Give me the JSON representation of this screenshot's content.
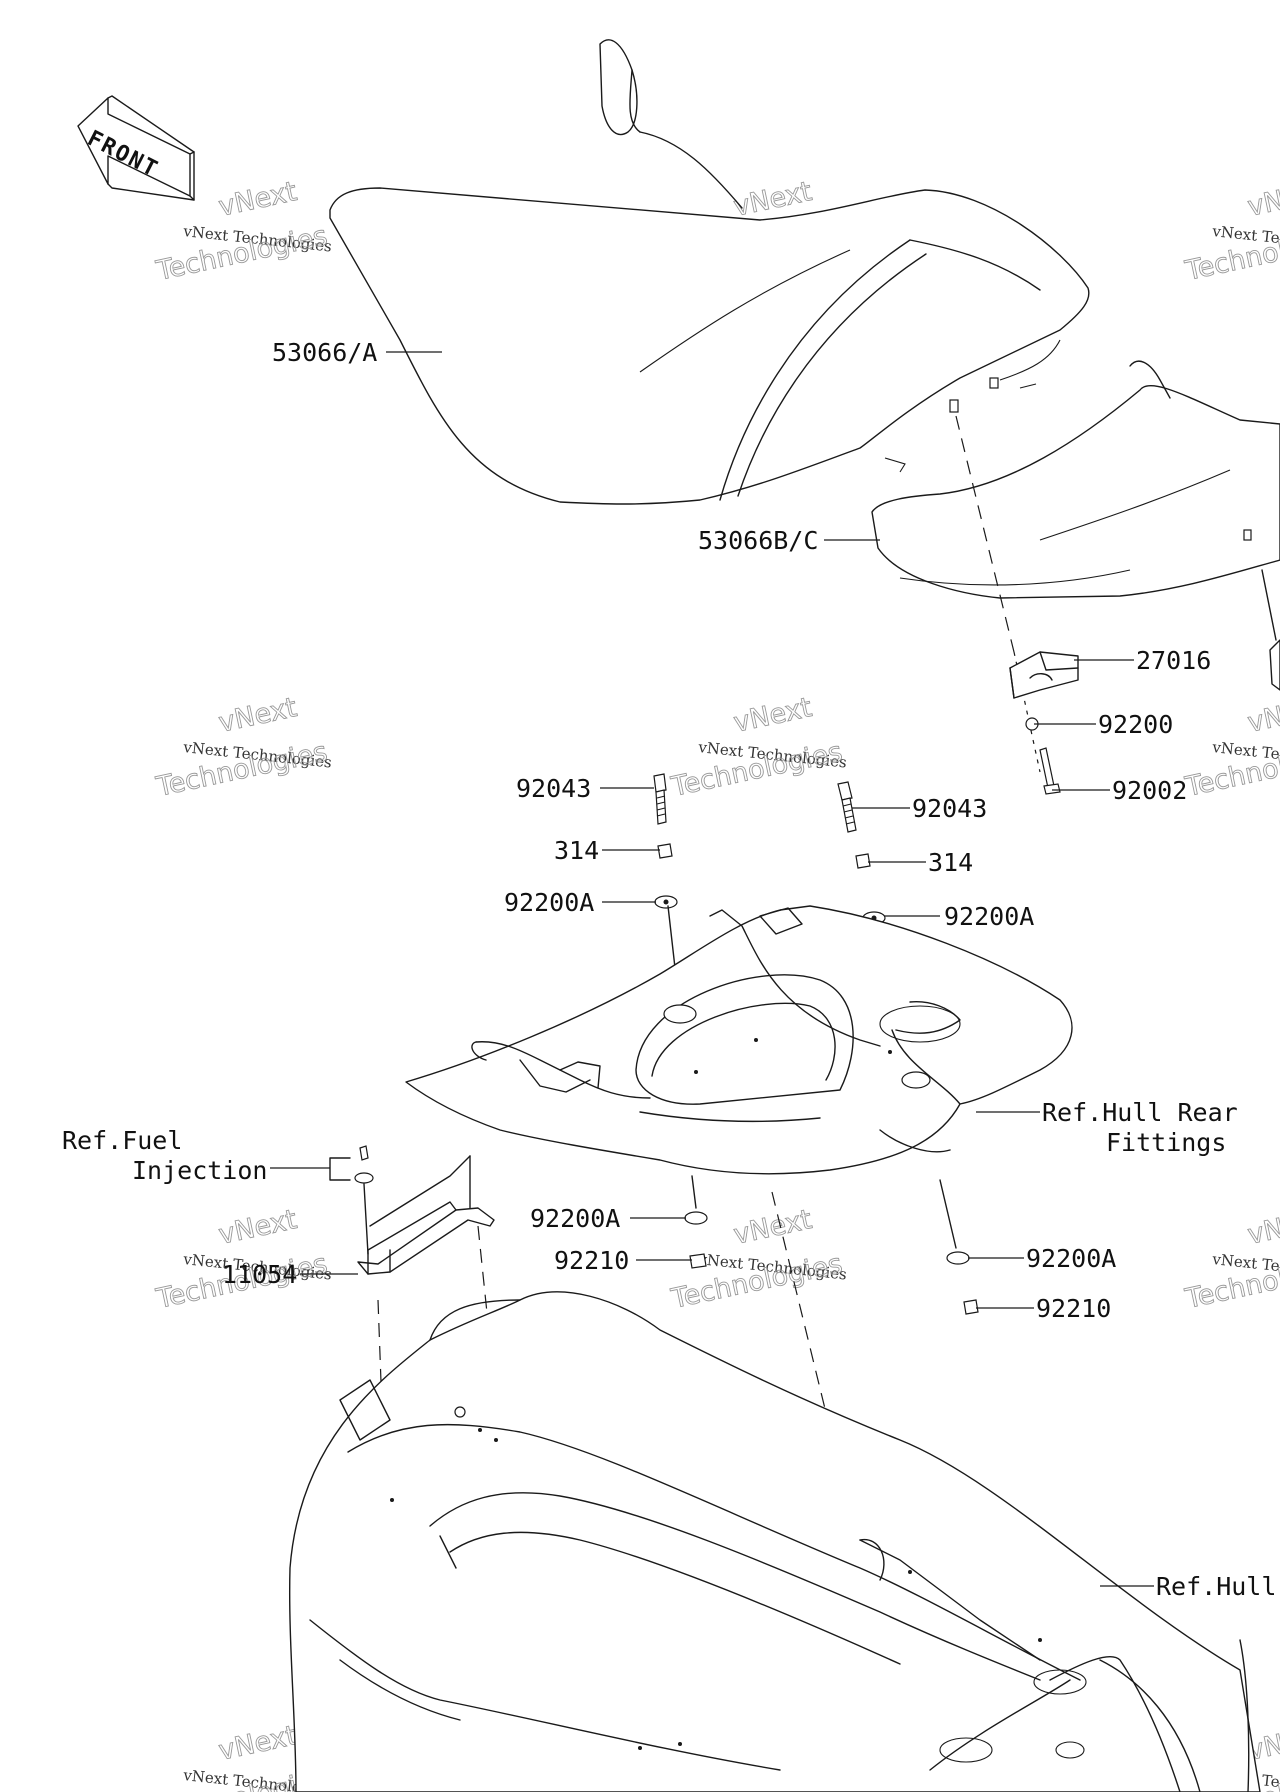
{
  "front_label": "FRONT",
  "labels": {
    "l_53066A": "53066/A",
    "l_53066BC": "53066B/C",
    "l_27016": "27016",
    "l_92200": "92200",
    "l_92002": "92002",
    "l_92043_left": "92043",
    "l_92043_right": "92043",
    "l_314_left": "314",
    "l_314_right": "314",
    "l_92200A_left": "92200A",
    "l_92200A_right": "92200A",
    "l_hull_rear_1": "Ref.Hull Rear",
    "l_hull_rear_2": "Fittings",
    "l_fuel_1": "Ref.Fuel",
    "l_fuel_2": "Injection",
    "l_11054": "11054",
    "l_92200A_lower_left": "92200A",
    "l_92210_left": "92210",
    "l_92200A_lower_right": "92200A",
    "l_92210_right": "92210",
    "l_hull": "Ref.Hull"
  },
  "watermark": {
    "line1": "vNext Technologies",
    "line2": "Technologies",
    "line3": "vNext"
  },
  "colors": {
    "ink": "#1a1a1a",
    "background": "#ffffff",
    "watermark": "#999999"
  }
}
